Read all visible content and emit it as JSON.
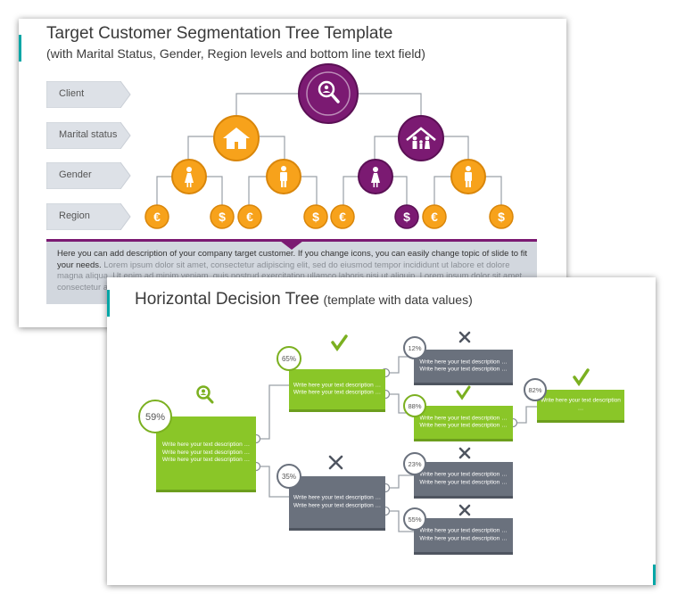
{
  "slide_top": {
    "title": "Target Customer Segmentation Tree Template",
    "subtitle": "(with Marital Status, Gender, Region levels and bottom line text field)",
    "levels": [
      "Client",
      "Marital status",
      "Gender",
      "Region"
    ],
    "description": "Here you can add description of your company target customer. If you change icons, you can easily change topic of slide to fit your needs.",
    "lorem": "Lorem ipsum dolor sit amet, consectetur adipiscing elit, sed do eiusmod tempor incididunt ut labore et dolore magna aliqua. Ut enim ad minim veniam, quis nostrud exercitation ullamco laboris nisi ut aliquip. Lorem ipsum dolor sit amet, consectetur adipiscing elit.",
    "region_symbols": [
      "€",
      "$",
      "€",
      "$",
      "€",
      "$",
      "€",
      "$"
    ],
    "colors": {
      "orange": "#f7a21b",
      "purple": "#7b1a72",
      "chevron": "#dde1e7"
    },
    "icons": [
      "search-person-icon",
      "house-icon",
      "family-house-icon",
      "woman-icon",
      "man-icon",
      "euro-icon",
      "dollar-icon"
    ]
  },
  "slide_bottom": {
    "title": "Horizontal Decision Tree",
    "title_suffix": "(template with data values)",
    "root": {
      "value": "59%",
      "text": "Write here your text description … Write here your text description … Write here your text description …"
    },
    "nodes": [
      {
        "id": "n65",
        "value": "65%",
        "mark": "check",
        "text": "Write here your text description … Write here your text description …"
      },
      {
        "id": "n35",
        "value": "35%",
        "mark": "cross",
        "text": "Write here your text description … Write here your text description …"
      },
      {
        "id": "n12",
        "value": "12%",
        "mark": "cross",
        "text": "Write here your text description … Write here your text description …"
      },
      {
        "id": "n88",
        "value": "88%",
        "mark": "check",
        "text": "Write here your text description … Write here your text description …"
      },
      {
        "id": "n82",
        "value": "82%",
        "mark": "check",
        "text": "Write here your text description …"
      },
      {
        "id": "n23",
        "value": "23%",
        "mark": "cross",
        "text": "Write here your text description … Write here your text description …"
      },
      {
        "id": "n55",
        "value": "55%",
        "mark": "cross",
        "text": "Write here your text description … Write here your text description …"
      }
    ],
    "colors": {
      "green": "#8ac628",
      "grey": "#6a717d"
    },
    "icons": [
      "search-person-icon",
      "check-icon",
      "cross-icon"
    ]
  }
}
